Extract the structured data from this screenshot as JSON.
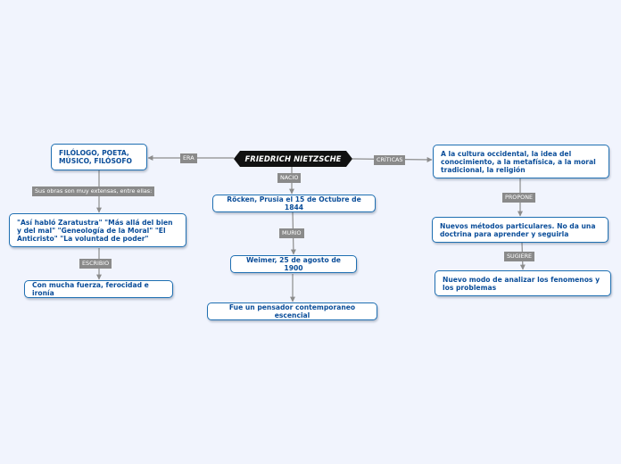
{
  "root": {
    "title": "FRIEDRICH NIETZSCHE"
  },
  "nodes": {
    "filologo": "FILÓLOGO, POETA, MÚSICO, FILÓSOFO",
    "obras": "\"Así habló Zaratustra\" \"Más allá del bien y del mal\" \"Geneología de la Moral\" \"El Anticristo\" \"La voluntad de poder\"",
    "fuerza": "Con mucha fuerza, ferocidad e ironía",
    "rocken": "Röcken, Prusia el 15 de Octubre de 1844",
    "weimer": "Weimer, 25 de agosto de 1900",
    "pensador": "Fue un pensador contemporaneo escencial",
    "critica": "A la cultura occidental, la idea del conocimiento, a la metafísica, a la moral tradicional, la religión",
    "metodos": "Nuevos métodos particulares. No da una doctrina para aprender y seguirla",
    "modo": "Nuevo modo de analizar los fenomenos y los problemas"
  },
  "labels": {
    "era": "ERA",
    "sus_obras": "Sus obras son muy extensas, entre ellas:",
    "escribio": "ESCRIBIO",
    "nacio": "NACIO",
    "murio": "MURIO",
    "criticas": "CRÍTICAS",
    "propone": "PROPONE",
    "sugiere": "SUGIERE"
  },
  "colors": {
    "background": "#f1f4fd",
    "node_border": "#1f6fb2",
    "node_text": "#0a4d99",
    "root_fill": "#111111",
    "label_fill": "#8a8a8a",
    "connector": "#8c8c8c"
  }
}
